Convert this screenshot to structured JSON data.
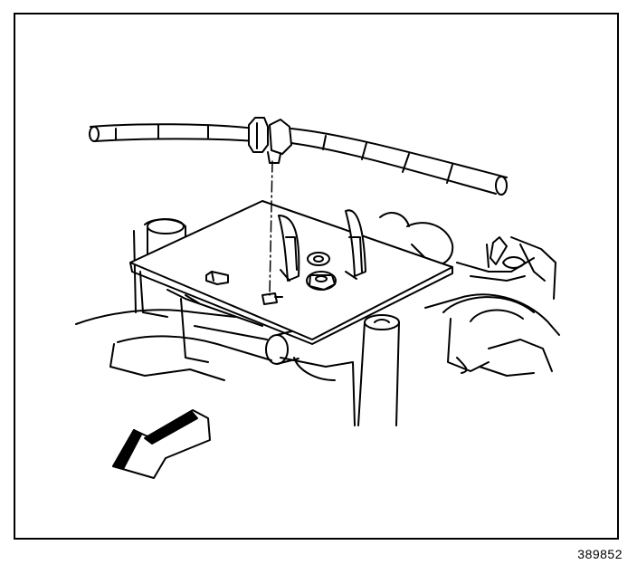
{
  "figure": {
    "id_label": "389852",
    "line_color": "#000000",
    "background": "#ffffff",
    "parts": [
      "fuel-hose",
      "hose-clamp",
      "mounting-plate",
      "plate-studs",
      "retaining-nut",
      "fitting",
      "support-post",
      "direction-arrow",
      "intake-manifold"
    ]
  }
}
